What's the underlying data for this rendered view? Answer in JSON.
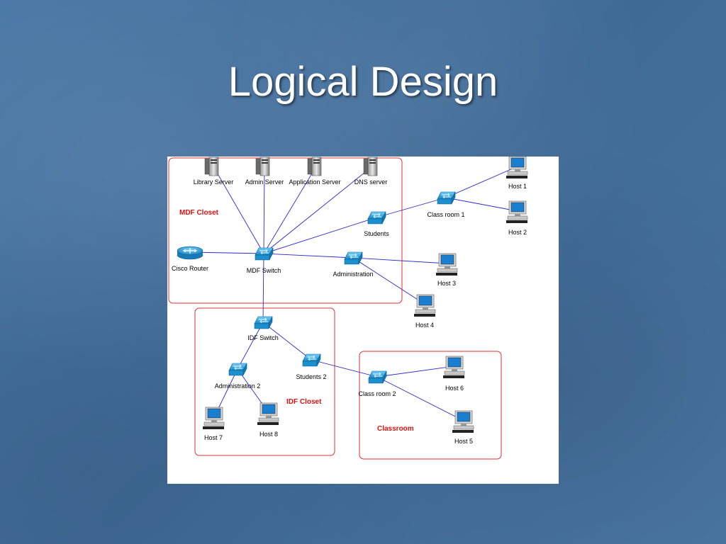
{
  "title": "Logical Design",
  "zones": [
    {
      "id": "mdf",
      "label": "MDF Closet"
    },
    {
      "id": "idf",
      "label": "IDF Closet"
    },
    {
      "id": "classroom",
      "label": "Classroom"
    }
  ],
  "nodes": [
    {
      "id": "library-server",
      "type": "server",
      "label": "Library Server"
    },
    {
      "id": "admin-server",
      "type": "server",
      "label": "Admin Server"
    },
    {
      "id": "application-server",
      "type": "server",
      "label": "Application Server"
    },
    {
      "id": "dns-server",
      "type": "server",
      "label": "DNS server"
    },
    {
      "id": "cisco-router",
      "type": "router",
      "label": "Cisco Router"
    },
    {
      "id": "mdf-switch",
      "type": "switch",
      "label": "MDF Switch"
    },
    {
      "id": "students",
      "type": "switch",
      "label": "Students"
    },
    {
      "id": "administration",
      "type": "switch",
      "label": "Administration"
    },
    {
      "id": "class-room-1",
      "type": "switch",
      "label": "Class room 1"
    },
    {
      "id": "host-1",
      "type": "host",
      "label": "Host 1"
    },
    {
      "id": "host-2",
      "type": "host",
      "label": "Host 2"
    },
    {
      "id": "host-3",
      "type": "host",
      "label": "Host 3"
    },
    {
      "id": "host-4",
      "type": "host",
      "label": "Host 4"
    },
    {
      "id": "idf-switch",
      "type": "switch",
      "label": "IDF Switch"
    },
    {
      "id": "administration-2",
      "type": "switch",
      "label": "Administration 2"
    },
    {
      "id": "students-2",
      "type": "switch",
      "label": "Students 2"
    },
    {
      "id": "host-7",
      "type": "host",
      "label": "Host 7"
    },
    {
      "id": "host-8",
      "type": "host",
      "label": "Host 8"
    },
    {
      "id": "class-room-2",
      "type": "switch",
      "label": "Class room 2"
    },
    {
      "id": "host-6",
      "type": "host",
      "label": "Host 6"
    },
    {
      "id": "host-5",
      "type": "host",
      "label": "Host 5"
    }
  ],
  "links": [
    [
      "mdf-switch",
      "library-server"
    ],
    [
      "mdf-switch",
      "admin-server"
    ],
    [
      "mdf-switch",
      "application-server"
    ],
    [
      "mdf-switch",
      "dns-server"
    ],
    [
      "mdf-switch",
      "cisco-router"
    ],
    [
      "mdf-switch",
      "students"
    ],
    [
      "mdf-switch",
      "administration"
    ],
    [
      "mdf-switch",
      "idf-switch"
    ],
    [
      "students",
      "class-room-1"
    ],
    [
      "class-room-1",
      "host-1"
    ],
    [
      "class-room-1",
      "host-2"
    ],
    [
      "administration",
      "host-3"
    ],
    [
      "administration",
      "host-4"
    ],
    [
      "idf-switch",
      "administration-2"
    ],
    [
      "idf-switch",
      "students-2"
    ],
    [
      "administration-2",
      "host-7"
    ],
    [
      "administration-2",
      "host-8"
    ],
    [
      "students-2",
      "class-room-2"
    ],
    [
      "class-room-2",
      "host-6"
    ],
    [
      "class-room-2",
      "host-5"
    ]
  ],
  "colors": {
    "link": "#2a2ad0",
    "zone_border": "#e03030",
    "zone_label": "#e01010",
    "switch": "#1e9ad6",
    "host_screen": "#1a7fd0"
  }
}
